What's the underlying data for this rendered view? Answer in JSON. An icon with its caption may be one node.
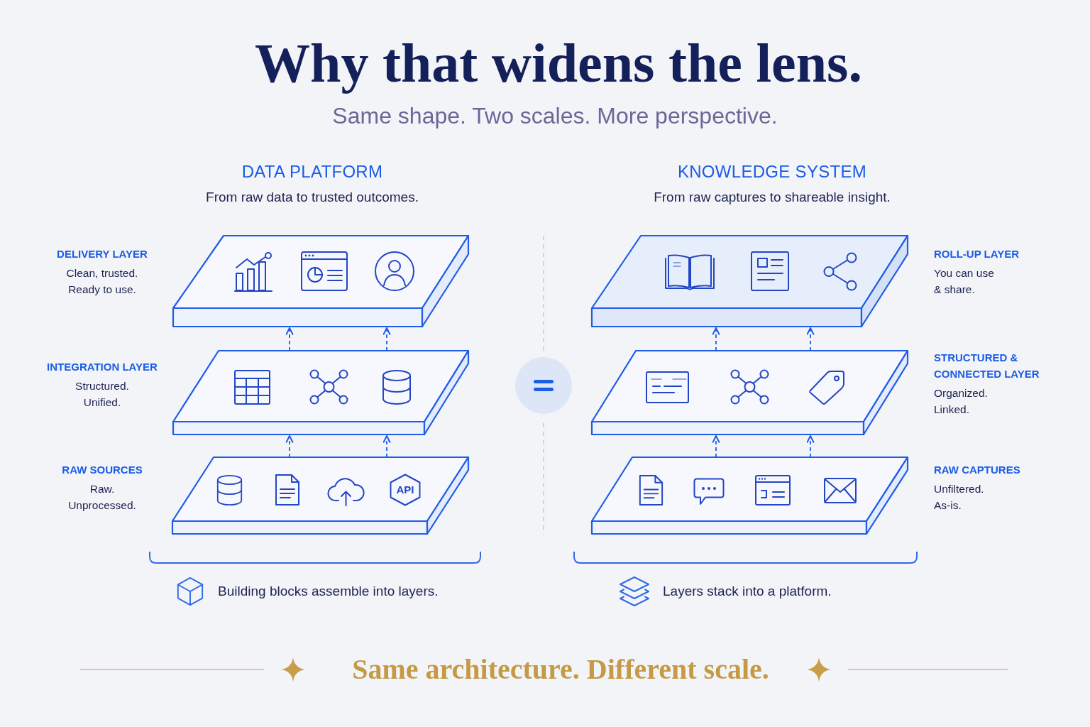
{
  "diagram": {
    "title": "Why that widens the lens.",
    "caption": "Same architecture. Different scale.",
    "nodes": [
      {
        "text": [],
        "shape": "box",
        "beside": [
          "DELIVERY LAYER",
          "Clean, trusted. Ready to use."
        ]
      },
      {
        "text": [],
        "shape": "box",
        "beside": [
          "INTEGRATION LAYER",
          "Structured. Unified."
        ]
      },
      {
        "text": [],
        "shape": "box",
        "beside": [
          "RAW SOURCES",
          "Raw. Unprocessed."
        ]
      },
      {
        "text": [
          "API"
        ],
        "in": 2
      },
      {
        "text": [],
        "shape": "box",
        "beside": [
          "ROLL-UP LAYER",
          "You can use & share."
        ]
      },
      {
        "text": [],
        "shape": "box",
        "beside": [
          "STRUCTURED & CONNECTED LAYER",
          "Organized. Linked."
        ]
      },
      {
        "text": [],
        "shape": "box",
        "beside": [
          "RAW CAPTURES",
          "Unfiltered. As-is."
        ]
      }
    ],
    "edges": [
      {
        "from": 1,
        "to": 0,
        "arrow": "to",
        "style": "dashed"
      },
      {
        "from": 1,
        "to": 0,
        "arrow": "to",
        "style": "dashed"
      },
      {
        "from": 2,
        "to": 1,
        "arrow": "to",
        "style": "dashed"
      },
      {
        "from": 2,
        "to": 1,
        "arrow": "to",
        "style": "dashed"
      },
      {
        "from": 5,
        "to": 4,
        "arrow": "to",
        "style": "dashed"
      },
      {
        "from": 5,
        "to": 4,
        "arrow": "to",
        "style": "dashed"
      },
      {
        "from": 6,
        "to": 5,
        "arrow": "to",
        "style": "dashed"
      },
      {
        "from": 6,
        "to": 5,
        "arrow": "to",
        "style": "dashed"
      }
    ],
    "labels": [
      "Same shape. Two scales. More perspective.",
      "DATA PLATFORM",
      "From raw data to trusted outcomes.",
      "KNOWLEDGE SYSTEM",
      "From raw captures to shareable insight.",
      "Building blocks assemble into layers.",
      "Layers stack into a platform."
    ]
  }
}
